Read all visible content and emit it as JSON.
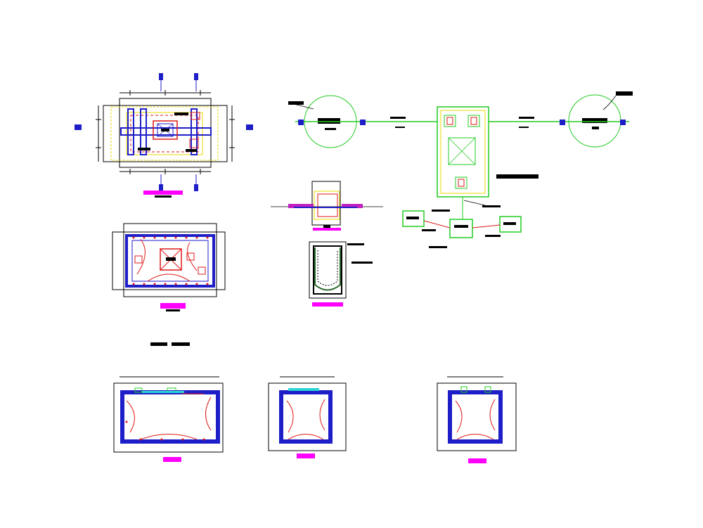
{
  "drawing": {
    "background": "#ffffff",
    "colors": {
      "structure": "#1e1ec8",
      "rebar": "#e01818",
      "pipe": "#22cc22",
      "dimension": "#000000",
      "title_tag": "#ff00ff",
      "hatch": "#e8d800"
    },
    "views": [
      {
        "name": "top-plan-view"
      },
      {
        "name": "reinforcement-plan-view"
      },
      {
        "name": "manhole-plan-detail"
      },
      {
        "name": "manhole-section-detail"
      },
      {
        "name": "pipe-network-schematic"
      },
      {
        "name": "section-a"
      },
      {
        "name": "section-b"
      },
      {
        "name": "section-c"
      }
    ]
  }
}
